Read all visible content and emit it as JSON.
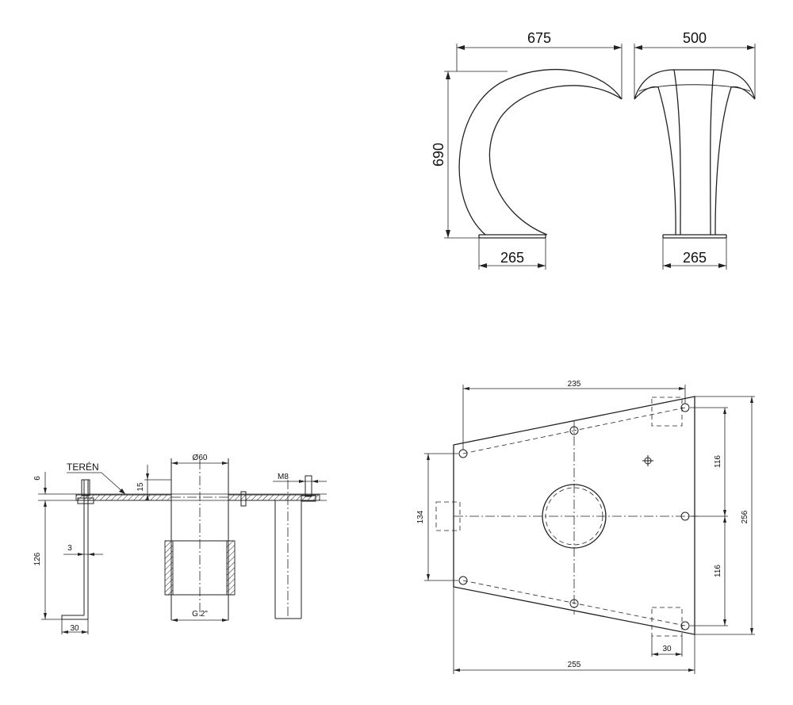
{
  "views": {
    "front_profile": {
      "width_label": "675",
      "height_label": "690",
      "base_label": "265"
    },
    "side_profile": {
      "width_label": "500",
      "base_label": "265"
    },
    "section": {
      "terrain_label": "TERÉN",
      "thickness_label": "6",
      "depth_label": "126",
      "gap_label": "3",
      "foot_label": "30",
      "plate_step_label": "15",
      "pipe_diameter_label": "Ø60",
      "thread_label": "G 2\"",
      "bolt_label": "M8"
    },
    "base_plate": {
      "top_width_label": "235",
      "bottom_width_label": "255",
      "left_height_label": "134",
      "right_total_label": "256",
      "right_upper_label": "116",
      "right_lower_label": "116",
      "slot_label": "30"
    }
  }
}
